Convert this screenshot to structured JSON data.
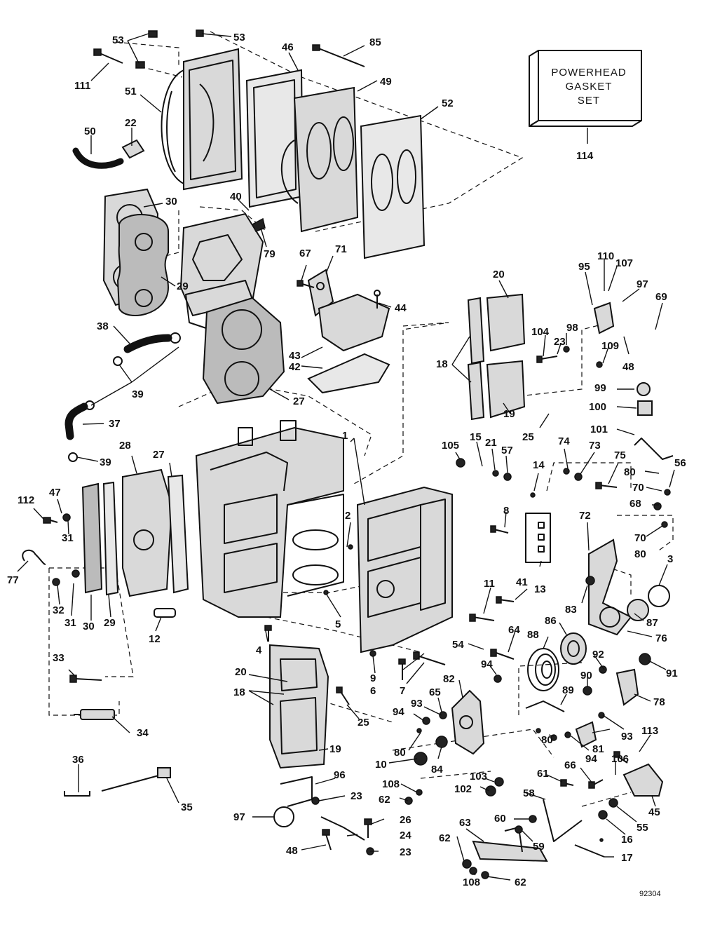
{
  "kit_box": {
    "line1": "POWERHEAD",
    "line2": "GASKET",
    "line3": "SET"
  },
  "figure_code": "92304",
  "callouts": [
    {
      "id": "c1",
      "text": "1"
    },
    {
      "id": "c2",
      "text": "2"
    },
    {
      "id": "c3",
      "text": "3"
    },
    {
      "id": "c4",
      "text": "4"
    },
    {
      "id": "c5",
      "text": "5"
    },
    {
      "id": "c6",
      "text": "6"
    },
    {
      "id": "c7",
      "text": "7"
    },
    {
      "id": "c8",
      "text": "8"
    },
    {
      "id": "c9",
      "text": "9"
    },
    {
      "id": "c10",
      "text": "10"
    },
    {
      "id": "c11",
      "text": "11"
    },
    {
      "id": "c12",
      "text": "12"
    },
    {
      "id": "c13",
      "text": "13"
    },
    {
      "id": "c14",
      "text": "14"
    },
    {
      "id": "c15",
      "text": "15"
    },
    {
      "id": "c16",
      "text": "16"
    },
    {
      "id": "c17",
      "text": "17"
    },
    {
      "id": "c18a",
      "text": "18"
    },
    {
      "id": "c18b",
      "text": "18"
    },
    {
      "id": "c19a",
      "text": "19"
    },
    {
      "id": "c19b",
      "text": "19"
    },
    {
      "id": "c20a",
      "text": "20"
    },
    {
      "id": "c20b",
      "text": "20"
    },
    {
      "id": "c21",
      "text": "21"
    },
    {
      "id": "c22",
      "text": "22"
    },
    {
      "id": "c23a",
      "text": "23"
    },
    {
      "id": "c23b",
      "text": "23"
    },
    {
      "id": "c23c",
      "text": "23"
    },
    {
      "id": "c24",
      "text": "24"
    },
    {
      "id": "c25a",
      "text": "25"
    },
    {
      "id": "c25b",
      "text": "25"
    },
    {
      "id": "c26",
      "text": "26"
    },
    {
      "id": "c27a",
      "text": "27"
    },
    {
      "id": "c27b",
      "text": "27"
    },
    {
      "id": "c28",
      "text": "28"
    },
    {
      "id": "c29a",
      "text": "29"
    },
    {
      "id": "c29b",
      "text": "29"
    },
    {
      "id": "c30a",
      "text": "30"
    },
    {
      "id": "c30b",
      "text": "30"
    },
    {
      "id": "c31a",
      "text": "31"
    },
    {
      "id": "c31b",
      "text": "31"
    },
    {
      "id": "c32",
      "text": "32"
    },
    {
      "id": "c33",
      "text": "33"
    },
    {
      "id": "c34",
      "text": "34"
    },
    {
      "id": "c35",
      "text": "35"
    },
    {
      "id": "c36",
      "text": "36"
    },
    {
      "id": "c37",
      "text": "37"
    },
    {
      "id": "c38",
      "text": "38"
    },
    {
      "id": "c39a",
      "text": "39"
    },
    {
      "id": "c39b",
      "text": "39"
    },
    {
      "id": "c40",
      "text": "40"
    },
    {
      "id": "c41",
      "text": "41"
    },
    {
      "id": "c42",
      "text": "42"
    },
    {
      "id": "c43",
      "text": "43"
    },
    {
      "id": "c44",
      "text": "44"
    },
    {
      "id": "c45",
      "text": "45"
    },
    {
      "id": "c46",
      "text": "46"
    },
    {
      "id": "c47",
      "text": "47"
    },
    {
      "id": "c48a",
      "text": "48"
    },
    {
      "id": "c48b",
      "text": "48"
    },
    {
      "id": "c49",
      "text": "49"
    },
    {
      "id": "c50",
      "text": "50"
    },
    {
      "id": "c51",
      "text": "51"
    },
    {
      "id": "c52",
      "text": "52"
    },
    {
      "id": "c53a",
      "text": "53"
    },
    {
      "id": "c53b",
      "text": "53"
    },
    {
      "id": "c54",
      "text": "54"
    },
    {
      "id": "c55",
      "text": "55"
    },
    {
      "id": "c56",
      "text": "56"
    },
    {
      "id": "c57",
      "text": "57"
    },
    {
      "id": "c58",
      "text": "58"
    },
    {
      "id": "c59",
      "text": "59"
    },
    {
      "id": "c60",
      "text": "60"
    },
    {
      "id": "c61",
      "text": "61"
    },
    {
      "id": "c62a",
      "text": "62"
    },
    {
      "id": "c62b",
      "text": "62"
    },
    {
      "id": "c62c",
      "text": "62"
    },
    {
      "id": "c63",
      "text": "63"
    },
    {
      "id": "c64",
      "text": "64"
    },
    {
      "id": "c65",
      "text": "65"
    },
    {
      "id": "c66",
      "text": "66"
    },
    {
      "id": "c67",
      "text": "67"
    },
    {
      "id": "c68",
      "text": "68"
    },
    {
      "id": "c69",
      "text": "69"
    },
    {
      "id": "c70a",
      "text": "70"
    },
    {
      "id": "c70b",
      "text": "70"
    },
    {
      "id": "c71",
      "text": "71"
    },
    {
      "id": "c72",
      "text": "72"
    },
    {
      "id": "c73",
      "text": "73"
    },
    {
      "id": "c74",
      "text": "74"
    },
    {
      "id": "c75",
      "text": "75"
    },
    {
      "id": "c76",
      "text": "76"
    },
    {
      "id": "c77",
      "text": "77"
    },
    {
      "id": "c78",
      "text": "78"
    },
    {
      "id": "c79",
      "text": "79"
    },
    {
      "id": "c80a",
      "text": "80"
    },
    {
      "id": "c80b",
      "text": "80"
    },
    {
      "id": "c80c",
      "text": "80"
    },
    {
      "id": "c80d",
      "text": "80"
    },
    {
      "id": "c81",
      "text": "81"
    },
    {
      "id": "c82",
      "text": "82"
    },
    {
      "id": "c83",
      "text": "83"
    },
    {
      "id": "c84",
      "text": "84"
    },
    {
      "id": "c85",
      "text": "85"
    },
    {
      "id": "c86",
      "text": "86"
    },
    {
      "id": "c87",
      "text": "87"
    },
    {
      "id": "c88",
      "text": "88"
    },
    {
      "id": "c89",
      "text": "89"
    },
    {
      "id": "c90",
      "text": "90"
    },
    {
      "id": "c91",
      "text": "91"
    },
    {
      "id": "c92",
      "text": "92"
    },
    {
      "id": "c93a",
      "text": "93"
    },
    {
      "id": "c93b",
      "text": "93"
    },
    {
      "id": "c94a",
      "text": "94"
    },
    {
      "id": "c94b",
      "text": "94"
    },
    {
      "id": "c94c",
      "text": "94"
    },
    {
      "id": "c95",
      "text": "95"
    },
    {
      "id": "c96",
      "text": "96"
    },
    {
      "id": "c97a",
      "text": "97"
    },
    {
      "id": "c97b",
      "text": "97"
    },
    {
      "id": "c98",
      "text": "98"
    },
    {
      "id": "c99",
      "text": "99"
    },
    {
      "id": "c100",
      "text": "100"
    },
    {
      "id": "c101",
      "text": "101"
    },
    {
      "id": "c102",
      "text": "102"
    },
    {
      "id": "c103",
      "text": "103"
    },
    {
      "id": "c104",
      "text": "104"
    },
    {
      "id": "c105",
      "text": "105"
    },
    {
      "id": "c106",
      "text": "106"
    },
    {
      "id": "c107",
      "text": "107"
    },
    {
      "id": "c108a",
      "text": "108"
    },
    {
      "id": "c108b",
      "text": "108"
    },
    {
      "id": "c109",
      "text": "109"
    },
    {
      "id": "c110",
      "text": "110"
    },
    {
      "id": "c111",
      "text": "111"
    },
    {
      "id": "c112",
      "text": "112"
    },
    {
      "id": "c113",
      "text": "113"
    },
    {
      "id": "c114",
      "text": "114"
    }
  ]
}
